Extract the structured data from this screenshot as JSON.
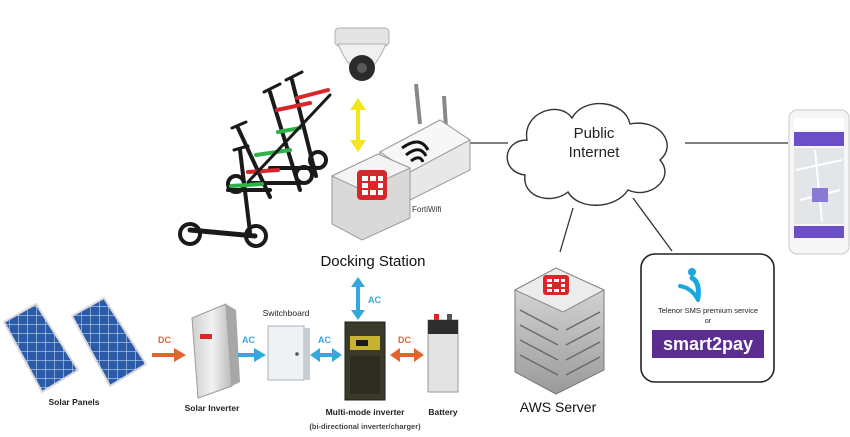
{
  "labels": {
    "docking_station": "Docking Station",
    "fortiwifi": "FortiWifi",
    "public_internet_line1": "Public",
    "public_internet_line2": "Internet",
    "aws_server": "AWS Server",
    "solar_panels": "Solar Panels",
    "solar_inverter": "Solar Inverter",
    "switchboard": "Switchboard",
    "multimode_inverter": "Multi-mode inverter",
    "multimode_sub": "(bi-directional inverter/charger)",
    "battery": "Battery",
    "telenor_line1": "Telenor SMS premium service",
    "telenor_line2": "or",
    "smart2pay": "smart2pay"
  },
  "flows": {
    "dc_left": "DC",
    "ac_1": "AC",
    "ac_2": "AC",
    "dc_right": "DC",
    "ac_up": "AC"
  },
  "colors": {
    "fortinet_red": "#d8262b",
    "telenor_blue": "#19a7e0",
    "smart2pay_purple": "#5c2d91",
    "flow_orange": "#e0642c",
    "flow_blue": "#34a7dd",
    "arrow_yellow": "#f3e61c"
  },
  "icons": [
    "scooter-icon",
    "camera-icon",
    "router-icon",
    "firewall-icon",
    "server-icon",
    "solar-panel-icon",
    "inverter-icon",
    "switchboard-icon",
    "battery-icon",
    "phone-icon",
    "cloud-icon"
  ]
}
